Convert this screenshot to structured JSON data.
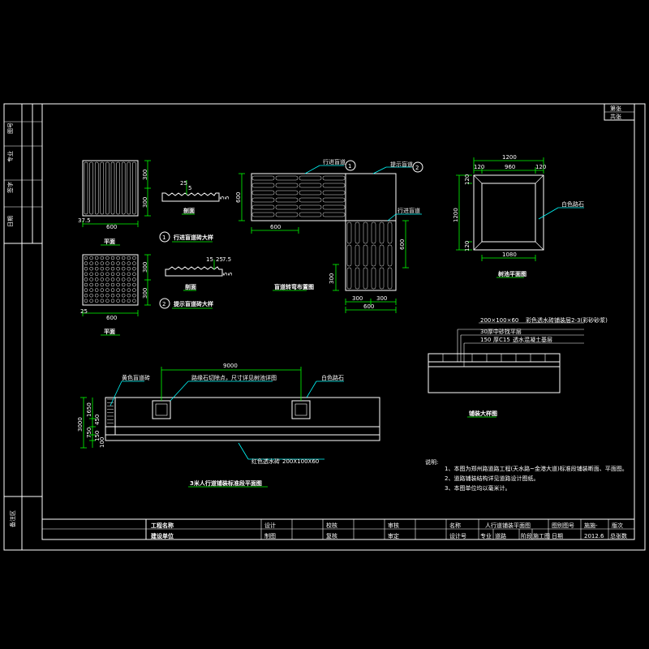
{
  "colors": {
    "background": "#000000",
    "frame": "#ffffff",
    "dimension": "#00ff00",
    "hatch": "#ff00ff",
    "leader": "#00ffff",
    "highlight": "#ffff00"
  },
  "paving_detail_1": {
    "dim_width": "600",
    "dim_half_a": "300",
    "dim_half_b": "300",
    "dim_edge": "37.5",
    "plan_label": "平面",
    "section_label": "剖面",
    "section_dim_top": "25",
    "section_dim_mid": "5",
    "section_dim_side_a": "5",
    "section_dim_side_b": "5",
    "circle_no": "1",
    "title": "行进盲道砖大样"
  },
  "paving_detail_2": {
    "dim_width": "600",
    "dim_half_a": "300",
    "dim_half_b": "300",
    "dim_edge": "25",
    "plan_label": "平面",
    "section_label": "剖面",
    "section_dim_a": "15",
    "section_dim_b": "25",
    "section_dim_c": "7.5",
    "section_dim_side_a": "5",
    "section_dim_side_b": "5",
    "circle_no": "2",
    "title": "提示盲道砖大样"
  },
  "turn_layout": {
    "label_walk": "行进盲道",
    "label_walk_no": "1",
    "label_warn": "提示盲道",
    "label_warn_no": "2",
    "label_walk_2": "行进盲道",
    "dim_left": "600",
    "dim_bottom": "600",
    "dim_right": "600",
    "dim_side": "300",
    "dim_bottom_a": "300",
    "dim_bottom_b": "300",
    "dim_bottom_total": "600",
    "title": "盲道转弯布置图"
  },
  "tree_pit": {
    "dim_total": "1200",
    "dim_left": "120",
    "dim_mid": "960",
    "dim_right": "120",
    "dim_side_total": "1200",
    "dim_side_top": "120",
    "dim_side_bottom": "120",
    "dim_bottom": "1080",
    "leader_label": "白色路石",
    "title": "树池平面图"
  },
  "pavement_section": {
    "layer1": "200×100×60",
    "layer1_note": "彩色透水砖铺装层2-3(彩砂砂浆)",
    "layer2": "30厚中砂找平层",
    "layer3_prefix": "150",
    "layer3": "厚C15",
    "layer3_note": "透水混凝土基层",
    "title": "铺装大样图"
  },
  "sidewalk_plan": {
    "dim_total": "9000",
    "dim_width": "3000",
    "dim_width_a": "1650",
    "dim_width_b": "450",
    "dim_width_c": "750",
    "dim_width_d": "150",
    "dim_width_e": "100",
    "label_blind": "黄色盲道砖",
    "label_pit": "路缘石切除点，尺寸详见树池详图",
    "label_curb": "白色路石",
    "label_brick_prefix": "红色透水砖",
    "label_brick_size": "200X100X60",
    "title": "3米人行道铺装标准段平面图"
  },
  "notes": {
    "heading": "说明:",
    "items": [
      "1、本图为郑州路道路工程(天水路~金港大道)标准段铺装断面、平面图。",
      "2、道路铺装结构详见道路设计图纸。",
      "3、本图单位均以毫米计。"
    ]
  },
  "title_block": {
    "project_name": "工程名称",
    "builder": "建设单位",
    "design": "设计",
    "drawing": "制图",
    "check": "校核",
    "review": "复核",
    "audit": "审核",
    "approve": "审定",
    "chief": "设计号",
    "discipline": "专业",
    "discipline_value": "道路",
    "stage": "阶段",
    "stage_value": "施工图",
    "name_label": "名称",
    "drawing_title": "人行道铺装平面图",
    "drawing_no_label": "图别图号",
    "drawing_no_value": "施施-",
    "version_label": "版次",
    "date_label": "日期",
    "date_value": "2012.6",
    "sheet_label": "总张数"
  },
  "page_box": {
    "sheet": "第张",
    "total": "共张"
  },
  "side_strip": {
    "bottom_label": "备注区",
    "top_labels": [
      "图号",
      "专业",
      "签字",
      "日期"
    ]
  }
}
